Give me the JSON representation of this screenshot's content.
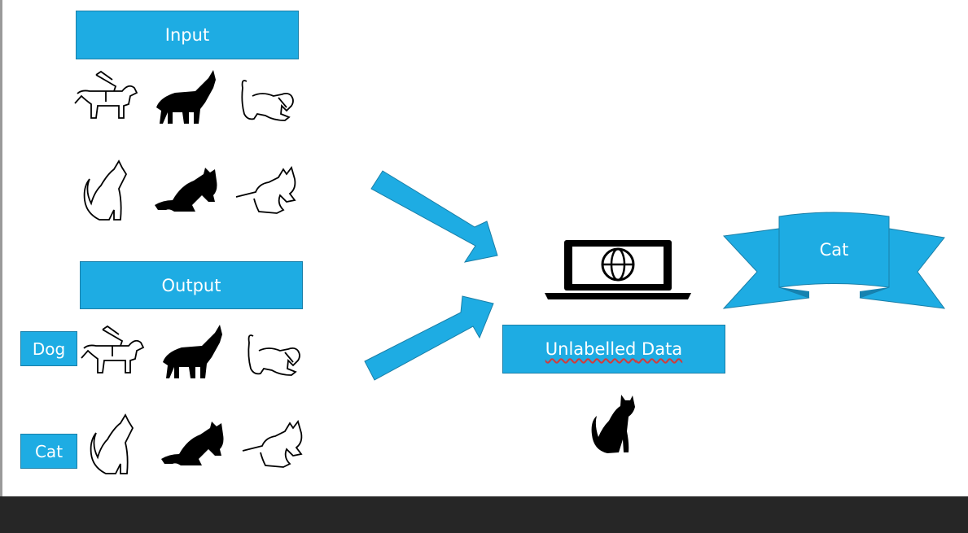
{
  "diagram": {
    "input_label": "Input",
    "output_label": "Output",
    "row_labels": {
      "dog": "Dog",
      "cat": "Cat"
    },
    "unlabelled_word": "Unlabelled",
    "unlabelled_rest": " Data",
    "prediction_label": "Cat",
    "accent_color": "#1eace3",
    "icons": {
      "input_row1": [
        "guide-dog-icon",
        "howling-wolf-icon",
        "puppy-icon"
      ],
      "input_row2": [
        "sitting-cat-icon",
        "crouching-cat-icon",
        "kitten-icon"
      ],
      "output_row1": [
        "guide-dog-icon",
        "howling-wolf-icon",
        "puppy-icon"
      ],
      "output_row2": [
        "sitting-cat-icon",
        "crouching-cat-icon",
        "kitten-icon"
      ],
      "center": [
        "laptop-globe-icon",
        "black-cat-icon"
      ]
    }
  }
}
